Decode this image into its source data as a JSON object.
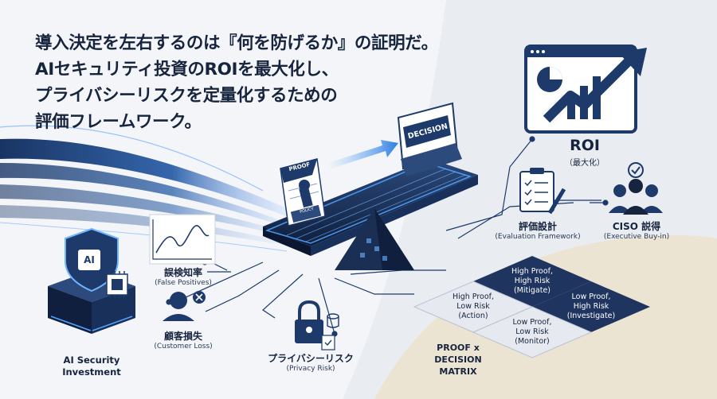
{
  "headline": {
    "line1": "導入決定を左右するのは『何を防げるか』の証明だ。",
    "line2": "AIセキュリティ投資のROIを最大化し、",
    "line3": "プライバシーリスクを定量化するための",
    "line4": "評価フレームワーク。"
  },
  "badges": {
    "decision": "DECISION",
    "proof": "PROOF",
    "policy": "POLICY",
    "ai_chip": "AI"
  },
  "roi": {
    "title": "ROI",
    "subtitle": "（最大化）"
  },
  "framework": {
    "label": "評価設計",
    "sublabel": "(Evaluation Framework)"
  },
  "ciso": {
    "label": "CISO 説得",
    "sublabel": "(Executive Buy-in)"
  },
  "false_positives": {
    "label": "誤検知率",
    "sublabel": "(False Positives)"
  },
  "customer_loss": {
    "label": "顧客損失",
    "sublabel": "(Customer Loss)"
  },
  "privacy_risk": {
    "label": "プライバシーリスク",
    "sublabel": "(Privacy Risk)"
  },
  "ai_investment": {
    "line1": "AI Security",
    "line2": "Investment"
  },
  "matrix": {
    "title_line1": "PROOF x",
    "title_line2": "DECISION",
    "title_line3": "MATRIX",
    "cells": [
      {
        "line1": "High Proof,",
        "line2": "High Risk",
        "line3": "(Mitigate)"
      },
      {
        "line1": "High Proof,",
        "line2": "Low Risk",
        "line3": "(Action)"
      },
      {
        "line1": "Low Proof,",
        "line2": "High Risk",
        "line3": "(Investigate)"
      },
      {
        "line1": "Low Proof,",
        "line2": "Low Risk",
        "line3": "(Monitor)"
      }
    ]
  },
  "colors": {
    "navy": "#1d3a6b",
    "dark_navy": "#16243f",
    "cyan_glow": "#4fa3ff",
    "matrix_dark": "#1f3560",
    "matrix_light": "#e6e9f0",
    "sand": "#ece4d2"
  }
}
